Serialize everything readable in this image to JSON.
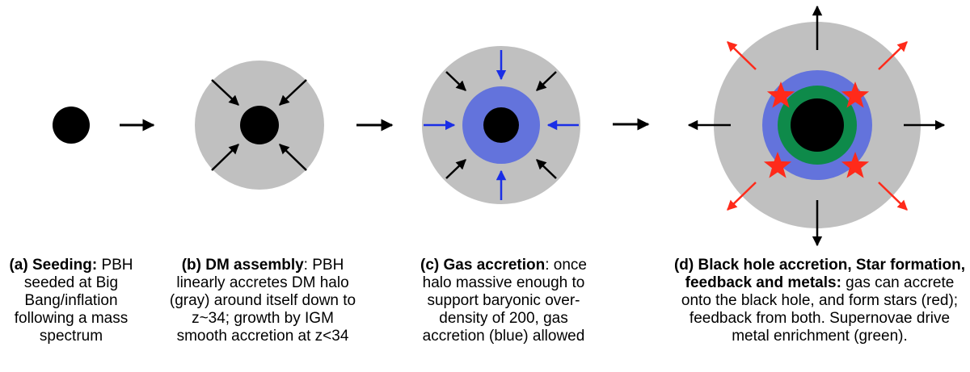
{
  "panels": [
    {
      "id": "a",
      "caption_bold": "(a) Seeding:",
      "caption_text": " PBH seeded at Big Bang/inflation following a mass spectrum"
    },
    {
      "id": "b",
      "caption_bold": "(b) DM assembly",
      "caption_text": ": PBH linearly accretes DM halo (gray) around itself down to z~34; growth by IGM smooth accretion at z<34"
    },
    {
      "id": "c",
      "caption_bold": "(c) Gas accretion",
      "caption_text": ": once halo massive enough to support baryonic over-density of 200, gas accretion (blue) allowed"
    },
    {
      "id": "d",
      "caption_bold": "(d) Black hole accretion, Star formation, feedback and metals:",
      "caption_text": " gas can accrete onto the black hole, and form stars (red); feedback from both. Supernovae drive metal enrichment (green)."
    }
  ],
  "colors": {
    "black_hole": "#000000",
    "dm_halo": "#c0c0c0",
    "gas": "#6373dc",
    "metals": "#0e8a4a",
    "stars": "#ff2a1a",
    "arrow_black": "#000000",
    "arrow_blue": "#1a2ee6",
    "arrow_red": "#ff2a1a"
  }
}
